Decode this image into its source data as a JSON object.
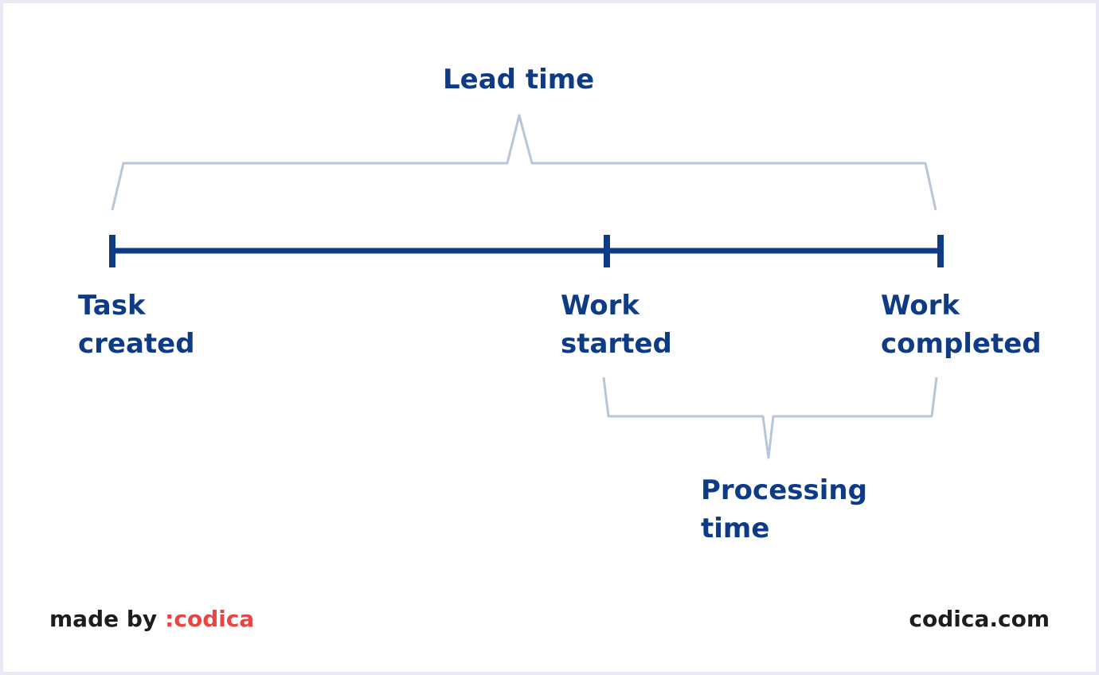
{
  "diagram": {
    "lead_time": "Lead time",
    "processing_time": [
      "Processing",
      "time"
    ],
    "milestones": [
      {
        "line1": "Task",
        "line2": "created"
      },
      {
        "line1": "Work",
        "line2": "started"
      },
      {
        "line1": "Work",
        "line2": "completed"
      }
    ]
  },
  "footer": {
    "made_by": "made by",
    "brand": ":codica",
    "site": "codica.com"
  },
  "colors": {
    "timeline": "#0d3b85",
    "bracket": "#b7c6d8",
    "label": "#0d3b85",
    "brand": "#e84545",
    "footer_text": "#1d1d1f",
    "background": "#ffffff",
    "border": "#e9e8f4"
  }
}
